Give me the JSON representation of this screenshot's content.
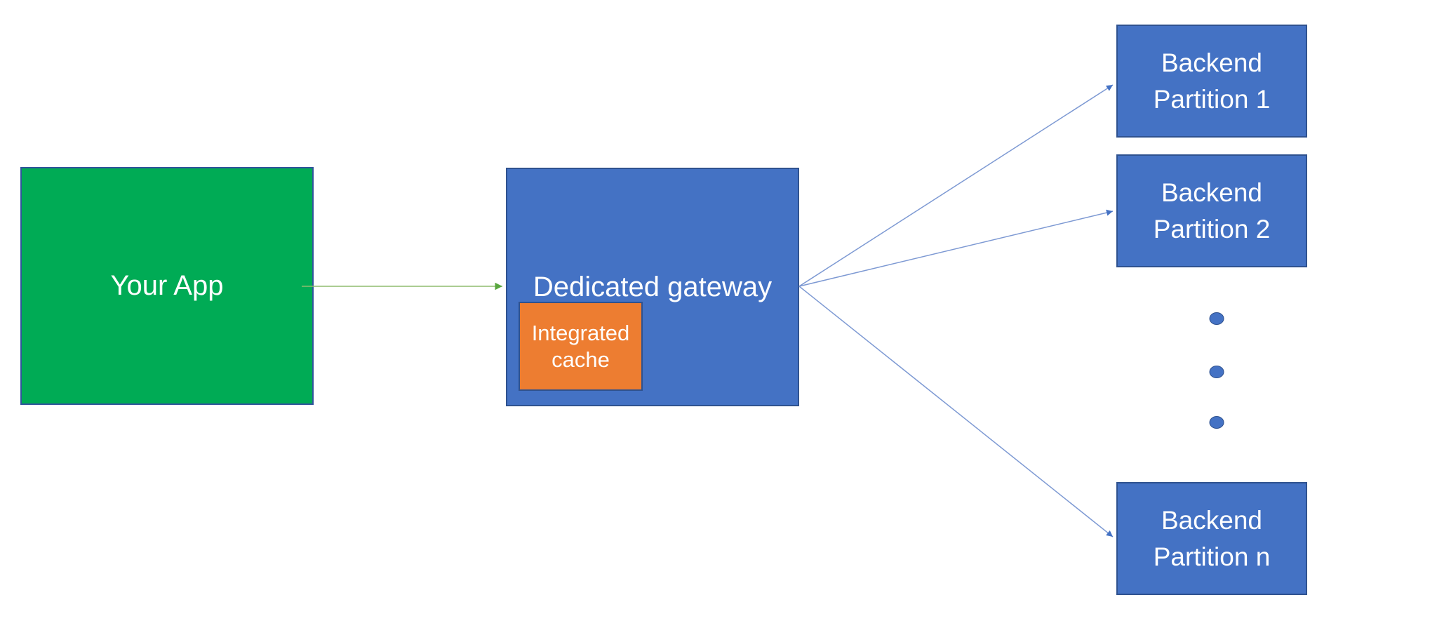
{
  "diagram": {
    "background": "#FFFFFF",
    "nodes": {
      "your_app": {
        "label": "Your App",
        "fill": "#00AB55",
        "border": "#30549B",
        "text_color": "#FFFFFF"
      },
      "gateway": {
        "label": "Dedicated gateway",
        "fill": "#4472C4",
        "border": "#2F528F",
        "text_color": "#FFFFFF"
      },
      "integrated_cache": {
        "label": "Integrated cache",
        "fill": "#ED7D31",
        "border": "#2F528F",
        "text_color": "#FFFFFF"
      },
      "partition_1": {
        "label": "Backend Partition 1",
        "fill": "#4472C4",
        "border": "#2F528F",
        "text_color": "#FFFFFF"
      },
      "partition_2": {
        "label": "Backend Partition 2",
        "fill": "#4472C4",
        "border": "#2F528F",
        "text_color": "#FFFFFF"
      },
      "partition_n": {
        "label": "Backend Partition n",
        "fill": "#4472C4",
        "border": "#2F528F",
        "text_color": "#FFFFFF"
      }
    },
    "connectors": [
      {
        "from": "your_app",
        "to": "gateway",
        "color": "#70AD47",
        "style": "straight-arrow"
      },
      {
        "from": "gateway",
        "to": "partition_1",
        "color": "#4472C4",
        "style": "straight-arrow"
      },
      {
        "from": "gateway",
        "to": "partition_2",
        "color": "#4472C4",
        "style": "straight-arrow"
      },
      {
        "from": "gateway",
        "to": "partition_n",
        "color": "#4472C4",
        "style": "straight-arrow"
      }
    ],
    "ellipsis": {
      "dot_count": 3,
      "color": "#4472C4",
      "meaning": "more partitions"
    }
  }
}
